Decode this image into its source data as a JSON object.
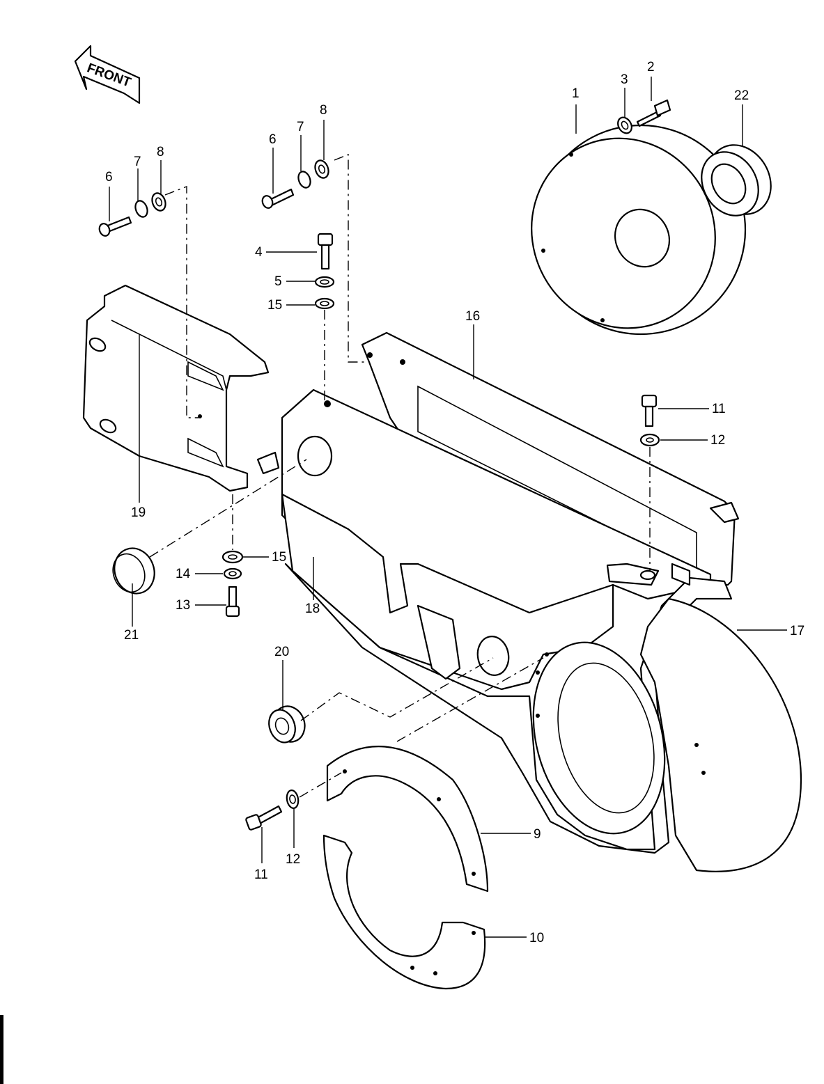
{
  "front_label": "FRONT",
  "callouts": {
    "c1": "1",
    "c2": "2",
    "c3": "3",
    "c22": "22",
    "c6a": "6",
    "c7a": "7",
    "c8a": "8",
    "c6b": "6",
    "c7b": "7",
    "c8b": "8",
    "c4": "4",
    "c5": "5",
    "c15a": "15",
    "c16": "16",
    "c11a": "11",
    "c12a": "12",
    "c19": "19",
    "c21": "21",
    "c15b": "15",
    "c14": "14",
    "c13": "13",
    "c18": "18",
    "c17": "17",
    "c20": "20",
    "c9": "9",
    "c10": "10",
    "c11b": "11",
    "c12b": "12"
  }
}
